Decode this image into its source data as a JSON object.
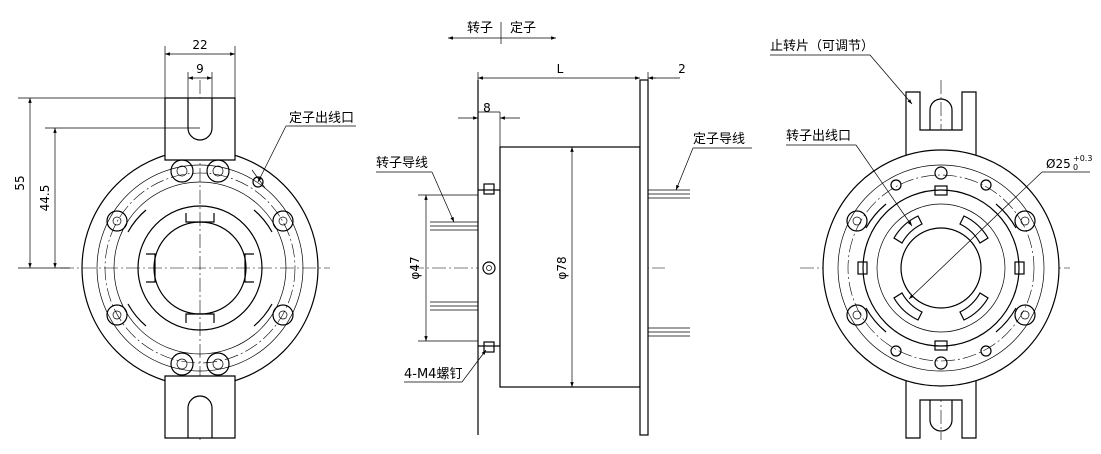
{
  "colors": {
    "line": "#000000",
    "background": "#ffffff"
  },
  "front_view": {
    "dim_width_outer": "22",
    "dim_width_inner": "9",
    "dim_height_outer": "55",
    "dim_height_inner": "44.5",
    "label_stator_outlet": "定子出线口"
  },
  "side_view": {
    "label_rotor": "转子",
    "label_stator": "定子",
    "dim_length": "L",
    "dim_flange": "2",
    "dim_collar": "8",
    "label_rotor_wire": "转子导线",
    "label_stator_wire": "定子导线",
    "dim_phi47": "φ47",
    "dim_phi78": "φ78",
    "label_screws": "4-M4螺钉"
  },
  "back_view": {
    "label_stop_tab": "止转片（可调节）",
    "label_rotor_outlet": "转子出线口",
    "dim_bore_main": "Ø25",
    "dim_bore_tol_upper": "+0.3",
    "dim_bore_tol_lower": "0"
  }
}
